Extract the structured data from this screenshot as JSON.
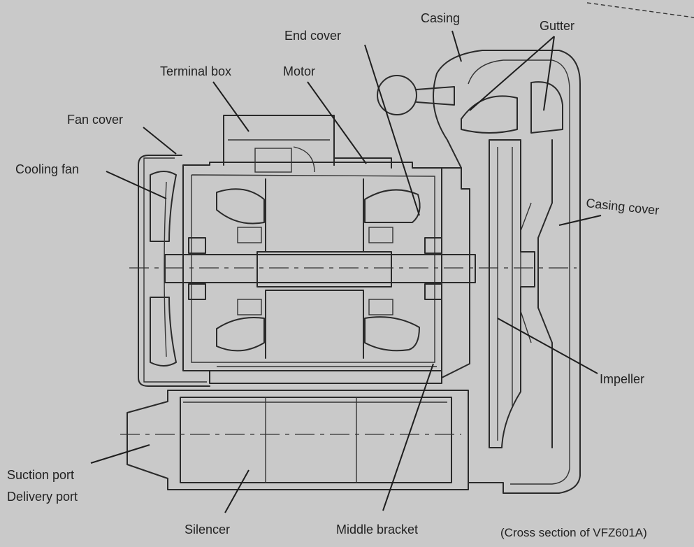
{
  "labels": {
    "casing": "Casing",
    "gutter": "Gutter",
    "end_cover": "End cover",
    "terminal_box": "Terminal box",
    "motor": "Motor",
    "fan_cover": "Fan cover",
    "cooling_fan": "Cooling fan",
    "casing_cover": "Casing cover",
    "impeller": "Impeller",
    "suction_port": "Suction port",
    "delivery_port": "Delivery port",
    "silencer": "Silencer",
    "middle_bracket": "Middle bracket"
  },
  "caption": "(Cross section of VFZ601A)"
}
